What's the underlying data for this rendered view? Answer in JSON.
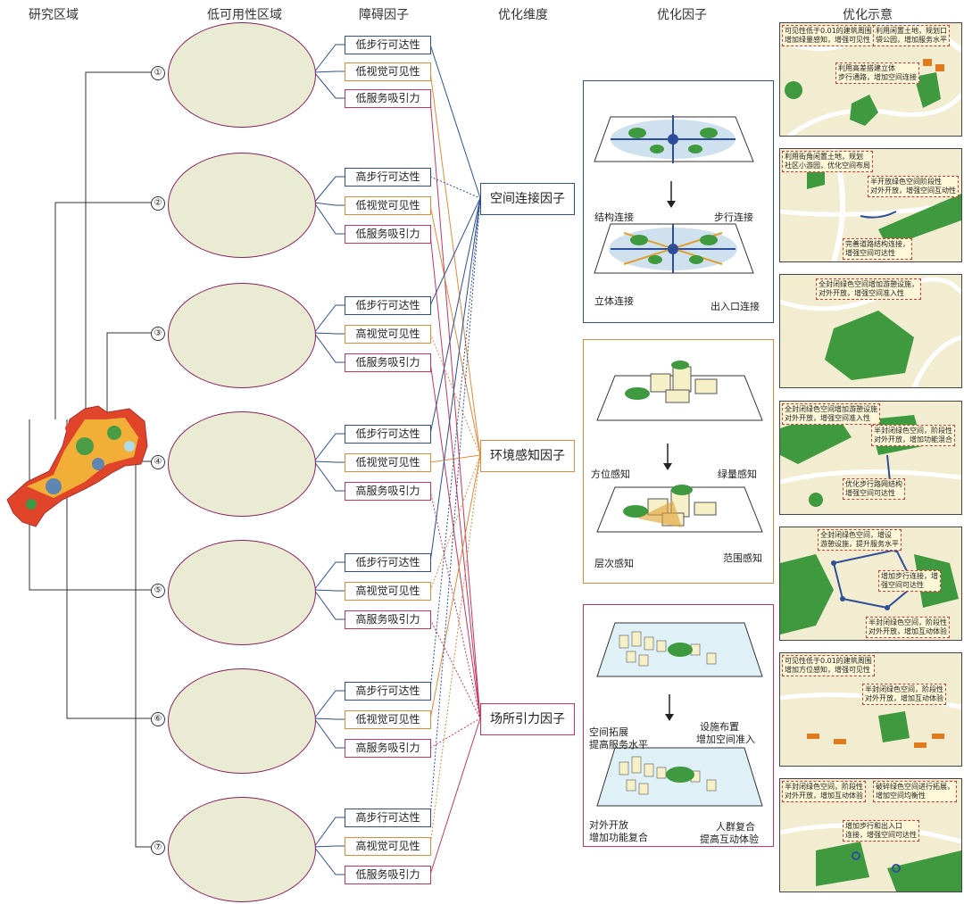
{
  "headers": {
    "study_area": "研究区域",
    "low_usability": "低可用性区域",
    "barrier": "障碍因子",
    "dimension": "优化维度",
    "opt_factor": "优化因子",
    "opt_illustration": "优化示意"
  },
  "regions": [
    {
      "num": "①",
      "factors": [
        "低步行可达性",
        "低视觉可见性",
        "低服务吸引力"
      ]
    },
    {
      "num": "②",
      "factors": [
        "高步行可达性",
        "低视觉可见性",
        "低服务吸引力"
      ]
    },
    {
      "num": "③",
      "factors": [
        "低步行可达性",
        "高视觉可见性",
        "低服务吸引力"
      ]
    },
    {
      "num": "④",
      "factors": [
        "低步行可达性",
        "低视觉可见性",
        "高服务吸引力"
      ]
    },
    {
      "num": "⑤",
      "factors": [
        "低步行可达性",
        "高视觉可见性",
        "高服务吸引力"
      ]
    },
    {
      "num": "⑥",
      "factors": [
        "高步行可达性",
        "低视觉可见性",
        "高服务吸引力"
      ]
    },
    {
      "num": "⑦",
      "factors": [
        "高步行可达性",
        "高视觉可见性",
        "低服务吸引力"
      ]
    }
  ],
  "dimensions": [
    "空间连接因子",
    "环境感知因子",
    "场所引力因子"
  ],
  "panel_connect": {
    "structure": "结构连接",
    "walking": "步行连接",
    "vertical": "立体连接",
    "entrance": "出入口连接"
  },
  "panel_perceive": {
    "orientation": "方位感知",
    "green": "绿量感知",
    "layer": "层次感知",
    "range": "范围感知"
  },
  "panel_attract": {
    "expand1": "空间拓展",
    "expand2": "提高服务水平",
    "facility1": "设施布置",
    "facility2": "增加空间准入",
    "open1": "对外开放",
    "open2": "增加功能复合",
    "crowd1": "人群复合",
    "crowd2": "提高互动体验"
  },
  "illustrations": [
    {
      "notes": [
        "可见性低于0.01的建筑周围\n增加绿量感知，增强可见性",
        "利用闲置土地，规划口\n袋公园，增加服务水平",
        "利用高差搭建立体\n步行通路，增加空间连接"
      ]
    },
    {
      "notes": [
        "利用街角闲置土地，规划\n社区小游园，优化空间布局",
        "半开放绿色空间阶段性\n对外开放，增强空间互动性",
        "完善道路结构连接，\n增强空间可达性"
      ]
    },
    {
      "notes": [
        "全封闭绿色空间增加游憩设施，\n对外开放，增强空间准入性"
      ]
    },
    {
      "notes": [
        "全封闭绿色空间增加游憩设施\n对外开放，增强空间准入性",
        "半封闭绿色空间，阶段性\n对外开放，增加功能混合",
        "优化步行路网结构\n增强空间可达性"
      ]
    },
    {
      "notes": [
        "全封闭绿色空间，增设\n游憩设施，提升服务水平",
        "增加步行连接，增\n强空间可达性",
        "半封闭绿色空间，阶段性\n对外开放，增加互动体验"
      ]
    },
    {
      "notes": [
        "可见性低于0.01的建筑周围\n增加方位感知，增强可见性",
        "半封闭绿色空间，阶段性\n对外开放，增加互动体验"
      ]
    },
    {
      "notes": [
        "半封闭绿色空间，阶段性\n对外开放，增加互动体验",
        "破碎绿色空间进行拓展，\n增加空间均衡性",
        "增加步行和出入口\n连接，增强空间可达性"
      ]
    }
  ],
  "colors": {
    "blue": "#2e4e9a",
    "orange": "#e08a3a",
    "red": "#c6365c",
    "green": "#3f9a3f"
  }
}
